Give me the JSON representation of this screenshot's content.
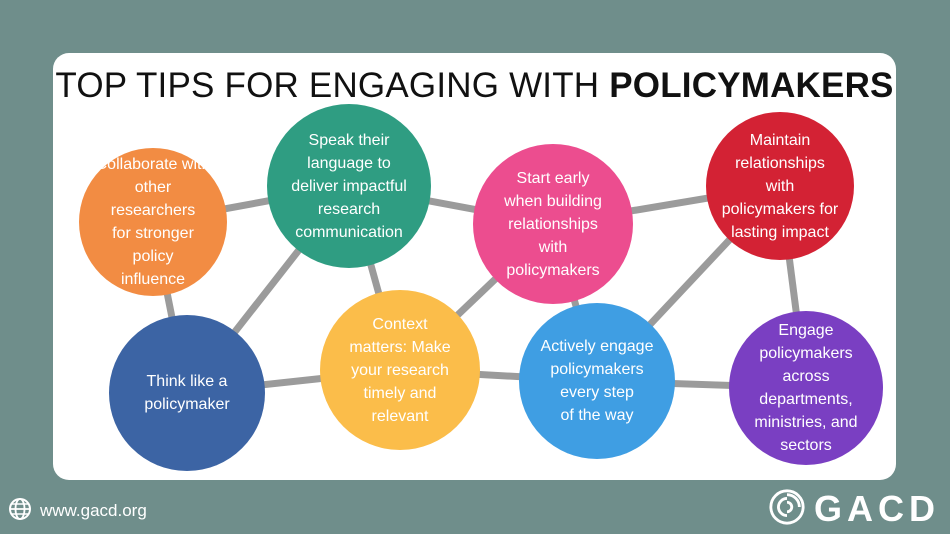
{
  "title": {
    "prefix": "TOP TIPS FOR ENGAGING WITH",
    "emphasis": "POLICYMAKERS"
  },
  "tips": [
    {
      "id": "collaborate",
      "label": "Collaborate with\nother researchers\nfor stronger policy\ninfluence",
      "color": "#f28c43"
    },
    {
      "id": "speak",
      "label": "Speak their\nlanguage to\ndeliver impactful\nresearch\ncommunication",
      "color": "#2f9d82"
    },
    {
      "id": "start-early",
      "label": "Start early\nwhen building\nrelationships\nwith\npolicymakers",
      "color": "#ec4d8f"
    },
    {
      "id": "maintain",
      "label": "Maintain\nrelationships with\npolicymakers for\nlasting impact",
      "color": "#d32234"
    },
    {
      "id": "think",
      "label": "Think like a\npolicymaker",
      "color": "#3c64a4"
    },
    {
      "id": "context",
      "label": "Context\nmatters: Make\nyour research\ntimely and\nrelevant",
      "color": "#fbbd4a"
    },
    {
      "id": "actively",
      "label": "Actively engage\npolicymakers\nevery step\nof the way",
      "color": "#3f9ee3"
    },
    {
      "id": "engage-across",
      "label": "Engage\npolicymakers\nacross\ndepartments,\nministries, and\nsectors",
      "color": "#7a3fc2"
    }
  ],
  "connections": [
    [
      "collaborate",
      "speak"
    ],
    [
      "collaborate",
      "think"
    ],
    [
      "think",
      "speak"
    ],
    [
      "think",
      "context"
    ],
    [
      "speak",
      "start-early"
    ],
    [
      "speak",
      "context"
    ],
    [
      "context",
      "start-early"
    ],
    [
      "context",
      "actively"
    ],
    [
      "start-early",
      "maintain"
    ],
    [
      "start-early",
      "actively"
    ],
    [
      "actively",
      "maintain"
    ],
    [
      "actively",
      "engage-across"
    ],
    [
      "maintain",
      "engage-across"
    ]
  ],
  "colors": {
    "background": "#6f8e8b",
    "card": "#ffffff",
    "connector": "#9b9b9b"
  },
  "footer": {
    "url": "www.gacd.org",
    "url_icon": "globe-icon",
    "logo_icon": "swirl-icon",
    "logo_text": "GACD"
  }
}
